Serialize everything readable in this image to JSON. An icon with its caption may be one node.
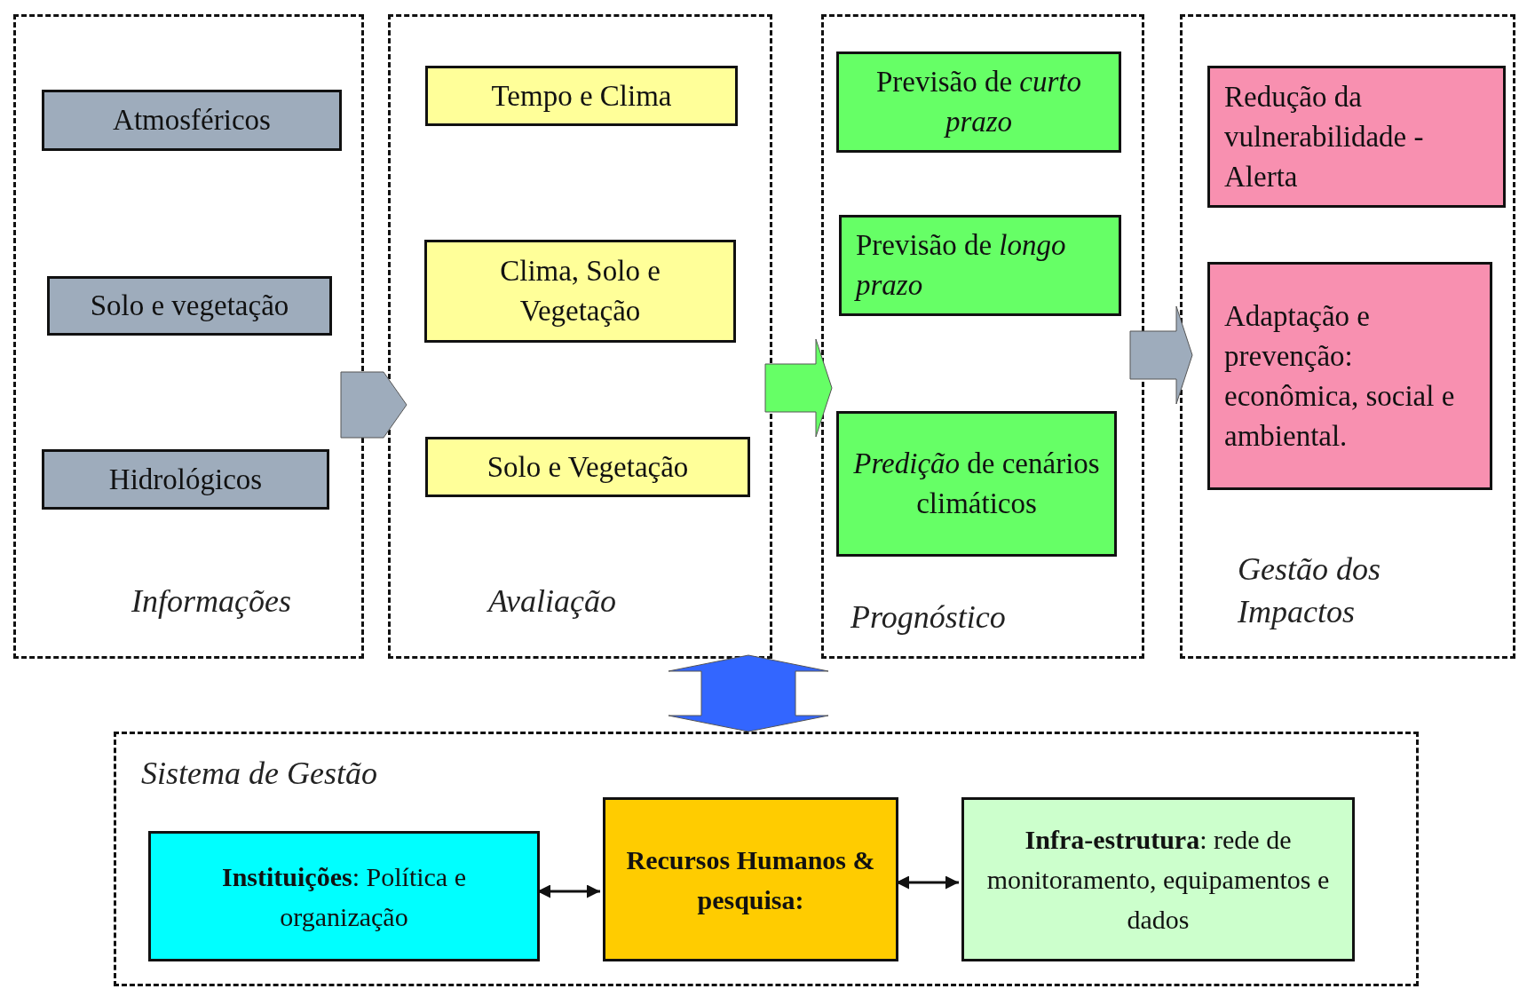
{
  "diagram": {
    "nodes": [
      {
        "text": [
          "Informações"
        ]
      },
      {
        "text": [
          "Atmosféricos"
        ],
        "in": 0
      },
      {
        "text": [
          "Solo e vegetação"
        ],
        "in": 0
      },
      {
        "text": [
          "Hidrológicos"
        ],
        "in": 0
      },
      {
        "text": [
          "Avaliação"
        ]
      },
      {
        "text": [
          "Tempo e Clima"
        ],
        "in": 4
      },
      {
        "text": [
          "Clima, Solo e Vegetação"
        ],
        "in": 4
      },
      {
        "text": [
          "Solo e Vegetação"
        ],
        "in": 4
      },
      {
        "text": [
          "Prognóstico"
        ]
      },
      {
        "text": [
          "Previsão de *curto prazo*"
        ],
        "in": 8
      },
      {
        "text": [
          "Previsão de *longo prazo*"
        ],
        "in": 8
      },
      {
        "text": [
          "*Predição* de cenários climáticos"
        ],
        "in": 8
      },
      {
        "text": [
          "Gestão dos Impactos"
        ]
      },
      {
        "text": [
          "Redução da vulnerabilidade - Alerta"
        ],
        "in": 12
      },
      {
        "text": [
          "Adaptação e prevenção: econômica, social e ambiental."
        ],
        "in": 12
      },
      {
        "text": [
          "Sistema de Gestão"
        ]
      },
      {
        "text": [
          "**Instituições**: Política e organização"
        ],
        "in": 15
      },
      {
        "text": [
          "Recursos Humanos & pesquisa:"
        ],
        "in": 15
      },
      {
        "text": [
          "**Infra-estrutura**: rede de monitoramento, equipamentos e dados"
        ],
        "in": 15
      }
    ],
    "edges": [
      {
        "from": 0,
        "to": 4,
        "arrow": "to",
        "style": "thick",
        "color": "#9eacbc"
      },
      {
        "from": 4,
        "to": 8,
        "arrow": "to",
        "style": "thick",
        "color": "#66ff66"
      },
      {
        "from": 8,
        "to": 12,
        "arrow": "to",
        "style": "thick",
        "color": "#9eacbc"
      },
      {
        "from": 4,
        "to": 15,
        "arrow": "both",
        "style": "thick",
        "color": "#3366ff"
      },
      {
        "from": 16,
        "to": 17,
        "arrow": "both"
      },
      {
        "from": 17,
        "to": 18,
        "arrow": "both"
      }
    ]
  }
}
